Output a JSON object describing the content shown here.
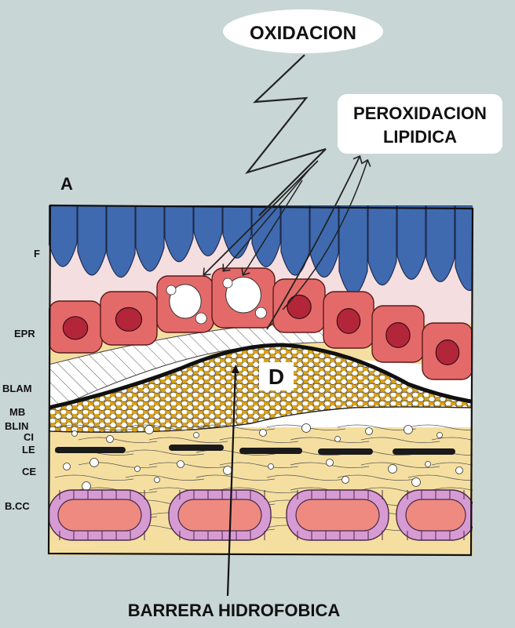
{
  "panel_letter": "A",
  "callouts": {
    "oxidation": "OXIDACION",
    "peroxidation_line1": "PEROXIDACION",
    "peroxidation_line2": "LIPIDICA",
    "deposit": "D",
    "barrier": "BARRERA HIDROFOBICA"
  },
  "layer_labels": [
    "F",
    "EPR",
    "BLAM",
    "MB",
    "BLIN",
    "CI",
    "LE",
    "CE",
    "B.CC"
  ],
  "colors": {
    "background": "#c9d6d6",
    "photoreceptor": "#3f6ab0",
    "rpe_cell": "#e46a6a",
    "rpe_nucleus": "#b3263a",
    "bruch_matrix": "#f5dfa0",
    "lipid_deposit": "#d9a21b",
    "capillary_wall": "#d79bd3",
    "capillary_lumen": "#ef8a80"
  }
}
